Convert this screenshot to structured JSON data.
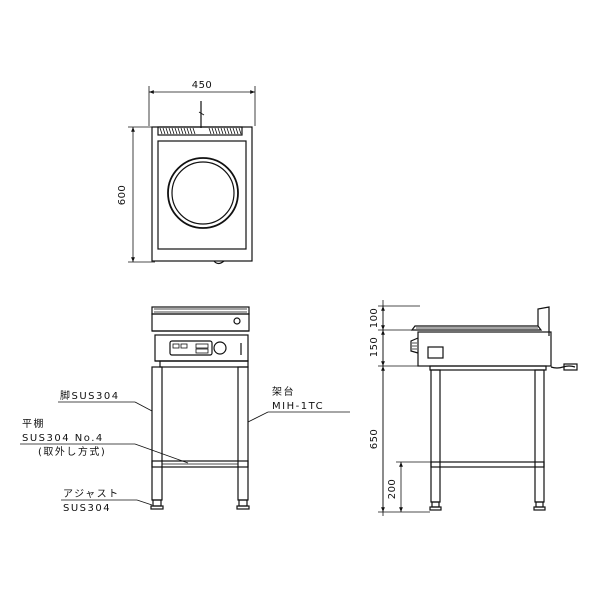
{
  "dimensions": {
    "width": "450",
    "depth": "600",
    "top_height": "100",
    "body_height": "150",
    "leg_height": "650",
    "shelf_height": "200"
  },
  "labels": {
    "leg": "脚SUS304",
    "stand_title": "架台",
    "stand_model": "MIH-1TC",
    "shelf_title": "平棚",
    "shelf_material": "SUS304 No.4",
    "shelf_note": "(取外し方式)",
    "adjuster_title": "アジャスト",
    "adjuster_material": "SUS304"
  }
}
